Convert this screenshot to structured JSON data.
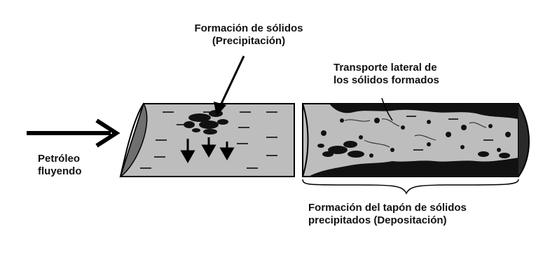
{
  "labels": {
    "precipitation_line1": "Formación de sólidos",
    "precipitation_line2": "(Precipitación)",
    "transport_line1": "Transporte lateral de",
    "transport_line2": "los sólidos formados",
    "flow_line1": "Petróleo",
    "flow_line2": "fluyendo",
    "deposition_line1": "Formación del tapón de sólidos",
    "deposition_line2": "precipitados (Depositación)"
  },
  "colors": {
    "pipe_fill": "#bdbdbd",
    "ink": "#000000",
    "background": "#ffffff"
  }
}
